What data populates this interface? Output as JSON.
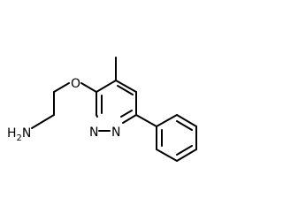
{
  "molecule": {
    "atoms": {
      "amine_n": "N",
      "amine_h": "H",
      "amine_h_count": "2",
      "ether_o": "O",
      "ring_n1": "N",
      "ring_n2": "N"
    },
    "colors": {
      "bond": "#000000",
      "label": "#000000",
      "background": "#ffffff"
    }
  }
}
